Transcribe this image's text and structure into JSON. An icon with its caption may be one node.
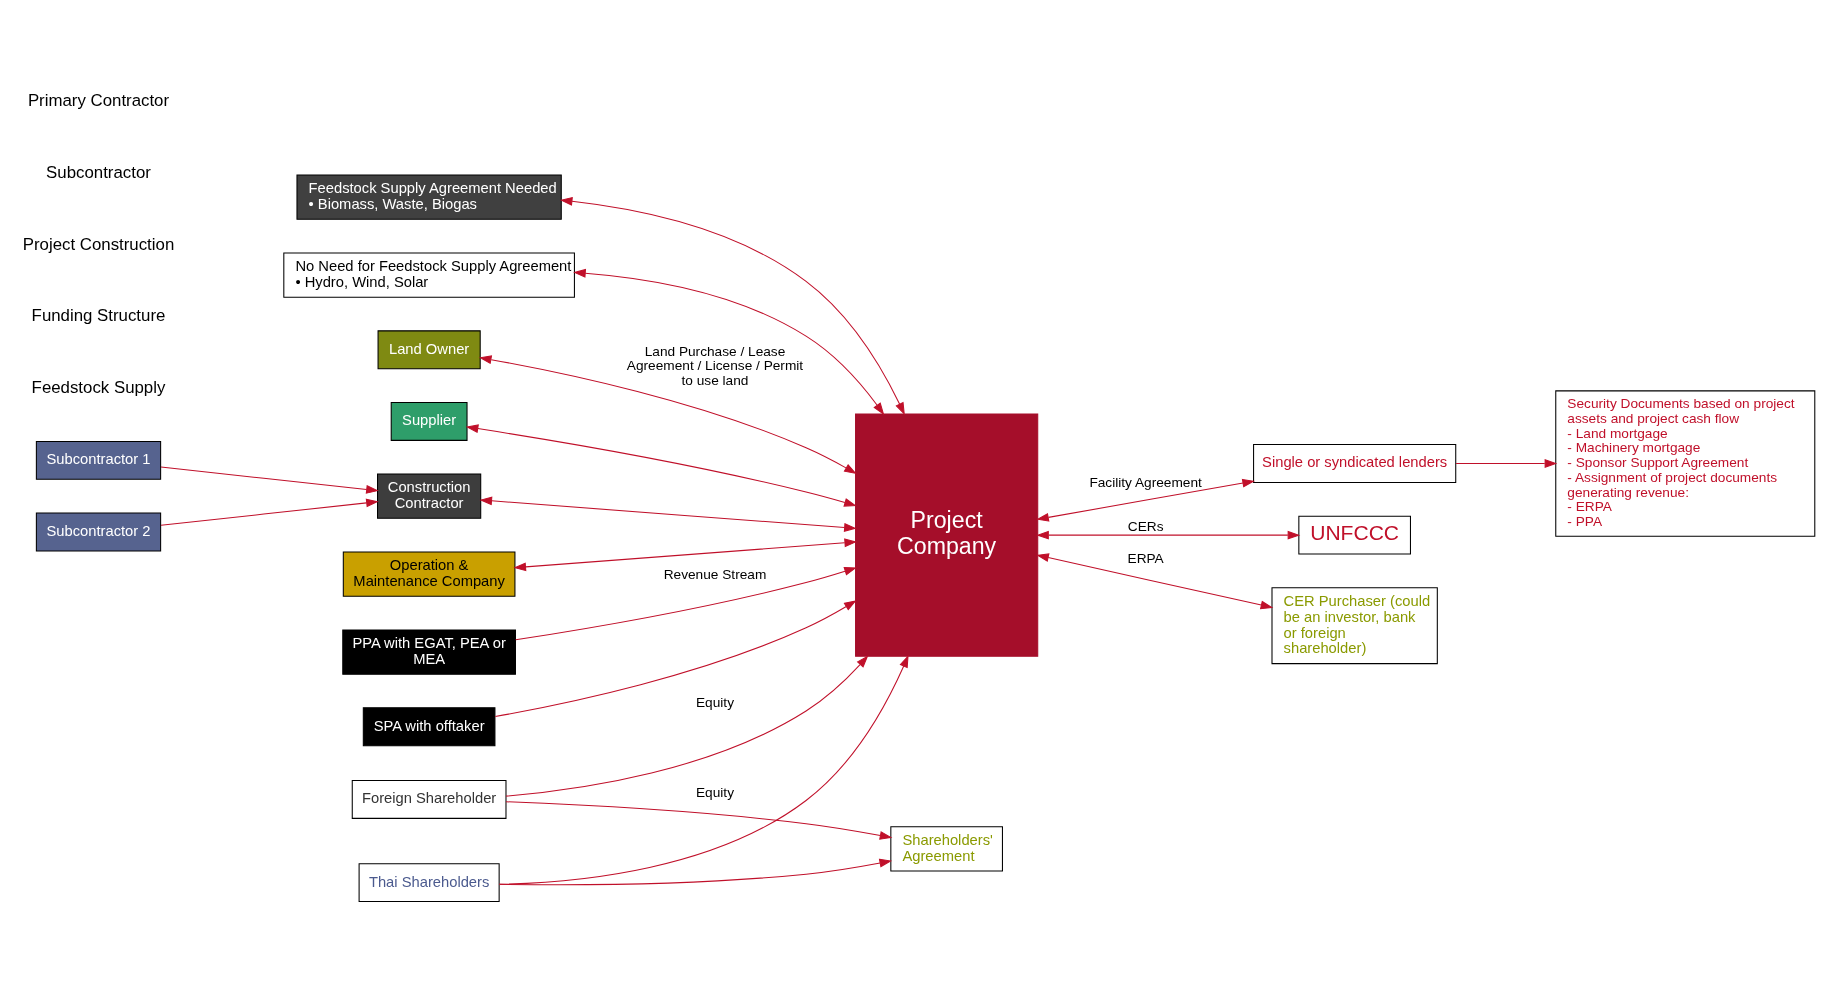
{
  "diagram": {
    "nodes": [
      {
        "text": [
          "Feedstock Supply Agreement Needed",
          "• Biomass, Waste, Biogas"
        ]
      },
      {
        "text": [
          "No Need for Feedstock Supply Agreement",
          "• Hydro, Wind, Solar"
        ]
      },
      {
        "text": [
          "Project Company"
        ]
      },
      {
        "text": [
          "Land Owner"
        ]
      },
      {
        "text": [
          "Supplier"
        ]
      },
      {
        "text": [
          "Subcontractor 1"
        ]
      },
      {
        "text": [
          "Subcontractor 2"
        ]
      },
      {
        "text": [
          "Construction Contractor"
        ]
      },
      {
        "text": [
          "Operation & Maintenance Company"
        ]
      },
      {
        "text": [
          "PPA with EGAT, PEA or MEA"
        ]
      },
      {
        "text": [
          "SPA with offtaker"
        ]
      },
      {
        "text": [
          "Foreign Shareholder"
        ]
      },
      {
        "text": [
          "Thai Shareholders"
        ]
      },
      {
        "text": [
          "Shareholders' Agreement"
        ]
      },
      {
        "text": [
          "Single or syndicated lenders"
        ]
      },
      {
        "text": [
          "UNFCCC"
        ]
      },
      {
        "text": [
          "CER Purchaser (could be an investor, bank or foreign shareholder)"
        ]
      },
      {
        "text": [
          "Security Documents based on project assets and project cash flow",
          "- Land mortgage",
          "- Machinery mortgage",
          "- Sponsor Support Agreement",
          "- Assignment of project documents generating revenue:",
          "- ERPA",
          "- PPA"
        ]
      }
    ],
    "edges": [
      {
        "from": 0,
        "to": 2,
        "arrow": "both"
      },
      {
        "from": 1,
        "to": 2,
        "arrow": "both"
      },
      {
        "from": 3,
        "to": 2,
        "arrow": "both",
        "label": "Land Purchase / Lease Agreement / License / Permit to use land"
      },
      {
        "from": 4,
        "to": 2,
        "arrow": "both"
      },
      {
        "from": 5,
        "to": 7,
        "arrow": "to"
      },
      {
        "from": 6,
        "to": 7,
        "arrow": "to"
      },
      {
        "from": 7,
        "to": 2,
        "arrow": "both"
      },
      {
        "from": 8,
        "to": 2,
        "arrow": "both"
      },
      {
        "from": 9,
        "to": 2,
        "arrow": "to",
        "label": "Revenue Stream"
      },
      {
        "from": 10,
        "to": 2,
        "arrow": "to"
      },
      {
        "from": 11,
        "to": 2,
        "arrow": "to",
        "label": "Equity"
      },
      {
        "from": 12,
        "to": 2,
        "arrow": "to",
        "label": "Equity"
      },
      {
        "from": 11,
        "to": 13,
        "arrow": "to"
      },
      {
        "from": 12,
        "to": 13,
        "arrow": "to"
      },
      {
        "from": 2,
        "to": 14,
        "arrow": "both",
        "label": "Facility Agreement"
      },
      {
        "from": 2,
        "to": 15,
        "arrow": "both",
        "label": "CERs"
      },
      {
        "from": 2,
        "to": 16,
        "arrow": "both",
        "label": "ERPA"
      },
      {
        "from": 14,
        "to": 17,
        "arrow": "to"
      }
    ],
    "labels": [
      "Feedstock Supply",
      "Funding Structure",
      "Project Construction",
      "Subcontractor",
      "Primary Contractor"
    ]
  }
}
